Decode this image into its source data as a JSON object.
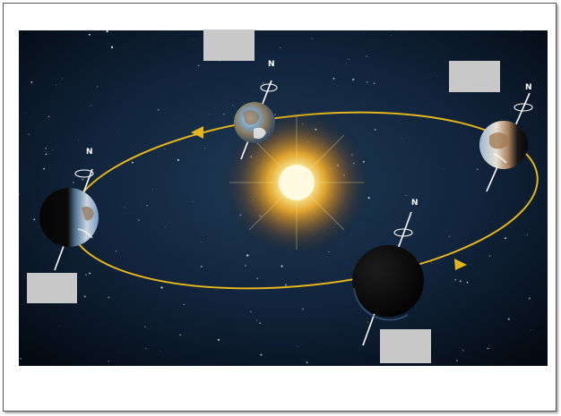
{
  "diagram": {
    "axis_labels": {
      "top": "N",
      "right": "N",
      "left": "N",
      "bottom": "N"
    },
    "answer_boxes": [
      {
        "id": "top",
        "text": ""
      },
      {
        "id": "right",
        "text": ""
      },
      {
        "id": "left",
        "text": ""
      },
      {
        "id": "bottom",
        "text": ""
      }
    ],
    "colors": {
      "space": "#0e1c2c",
      "orbit": "#e4b51c",
      "sun_core": "#fffbe0",
      "sun_glow": "#f6b52a",
      "label_box": "#c8c8c8"
    }
  }
}
